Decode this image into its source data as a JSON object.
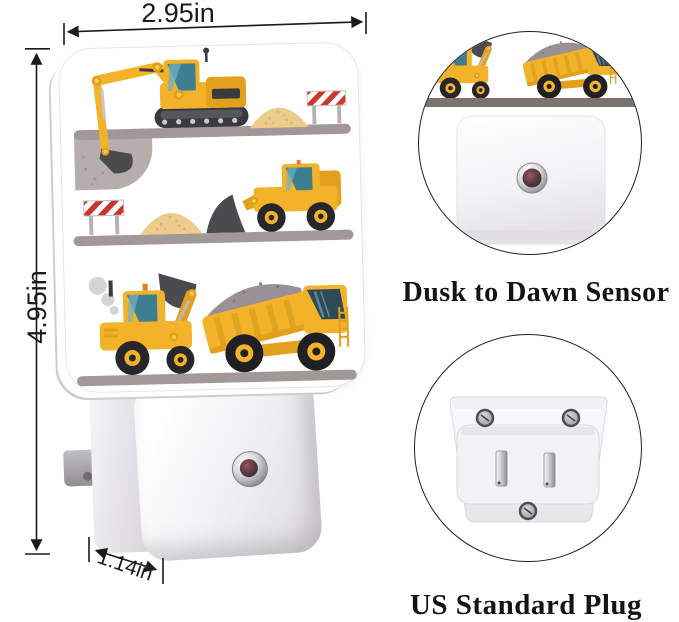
{
  "image_type": "product-dimension-infographic",
  "annotations": {
    "width_label": "2.95in",
    "height_label": "4.95in",
    "depth_label": "1.14in"
  },
  "captions": {
    "sensor": "Dusk to Dawn Sensor",
    "plug": "US Standard Plug"
  },
  "product": {
    "artwork_theme": "construction vehicles",
    "artwork_elements": [
      "excavator",
      "traffic-barrier",
      "sand-mound",
      "dirt-pit",
      "wheel-loader",
      "front-loader",
      "smoke-puffs",
      "dump-truck-with-load",
      "ground-strips"
    ],
    "colors": {
      "vehicle_yellow": "#F2B32A",
      "vehicle_yellow_dark": "#E2A01C",
      "cab_window_teal": "#3E7E90",
      "track_grey": "#3A3A3F",
      "ground_strip": "#A39898",
      "pit_grey": "#B6ADAD",
      "sand": "#ECCB8C",
      "barrier_red": "#C9362E",
      "road_line": "#7D7272",
      "smoke_grey": "#D5D3D6",
      "load_grey": "#9A9196"
    }
  }
}
